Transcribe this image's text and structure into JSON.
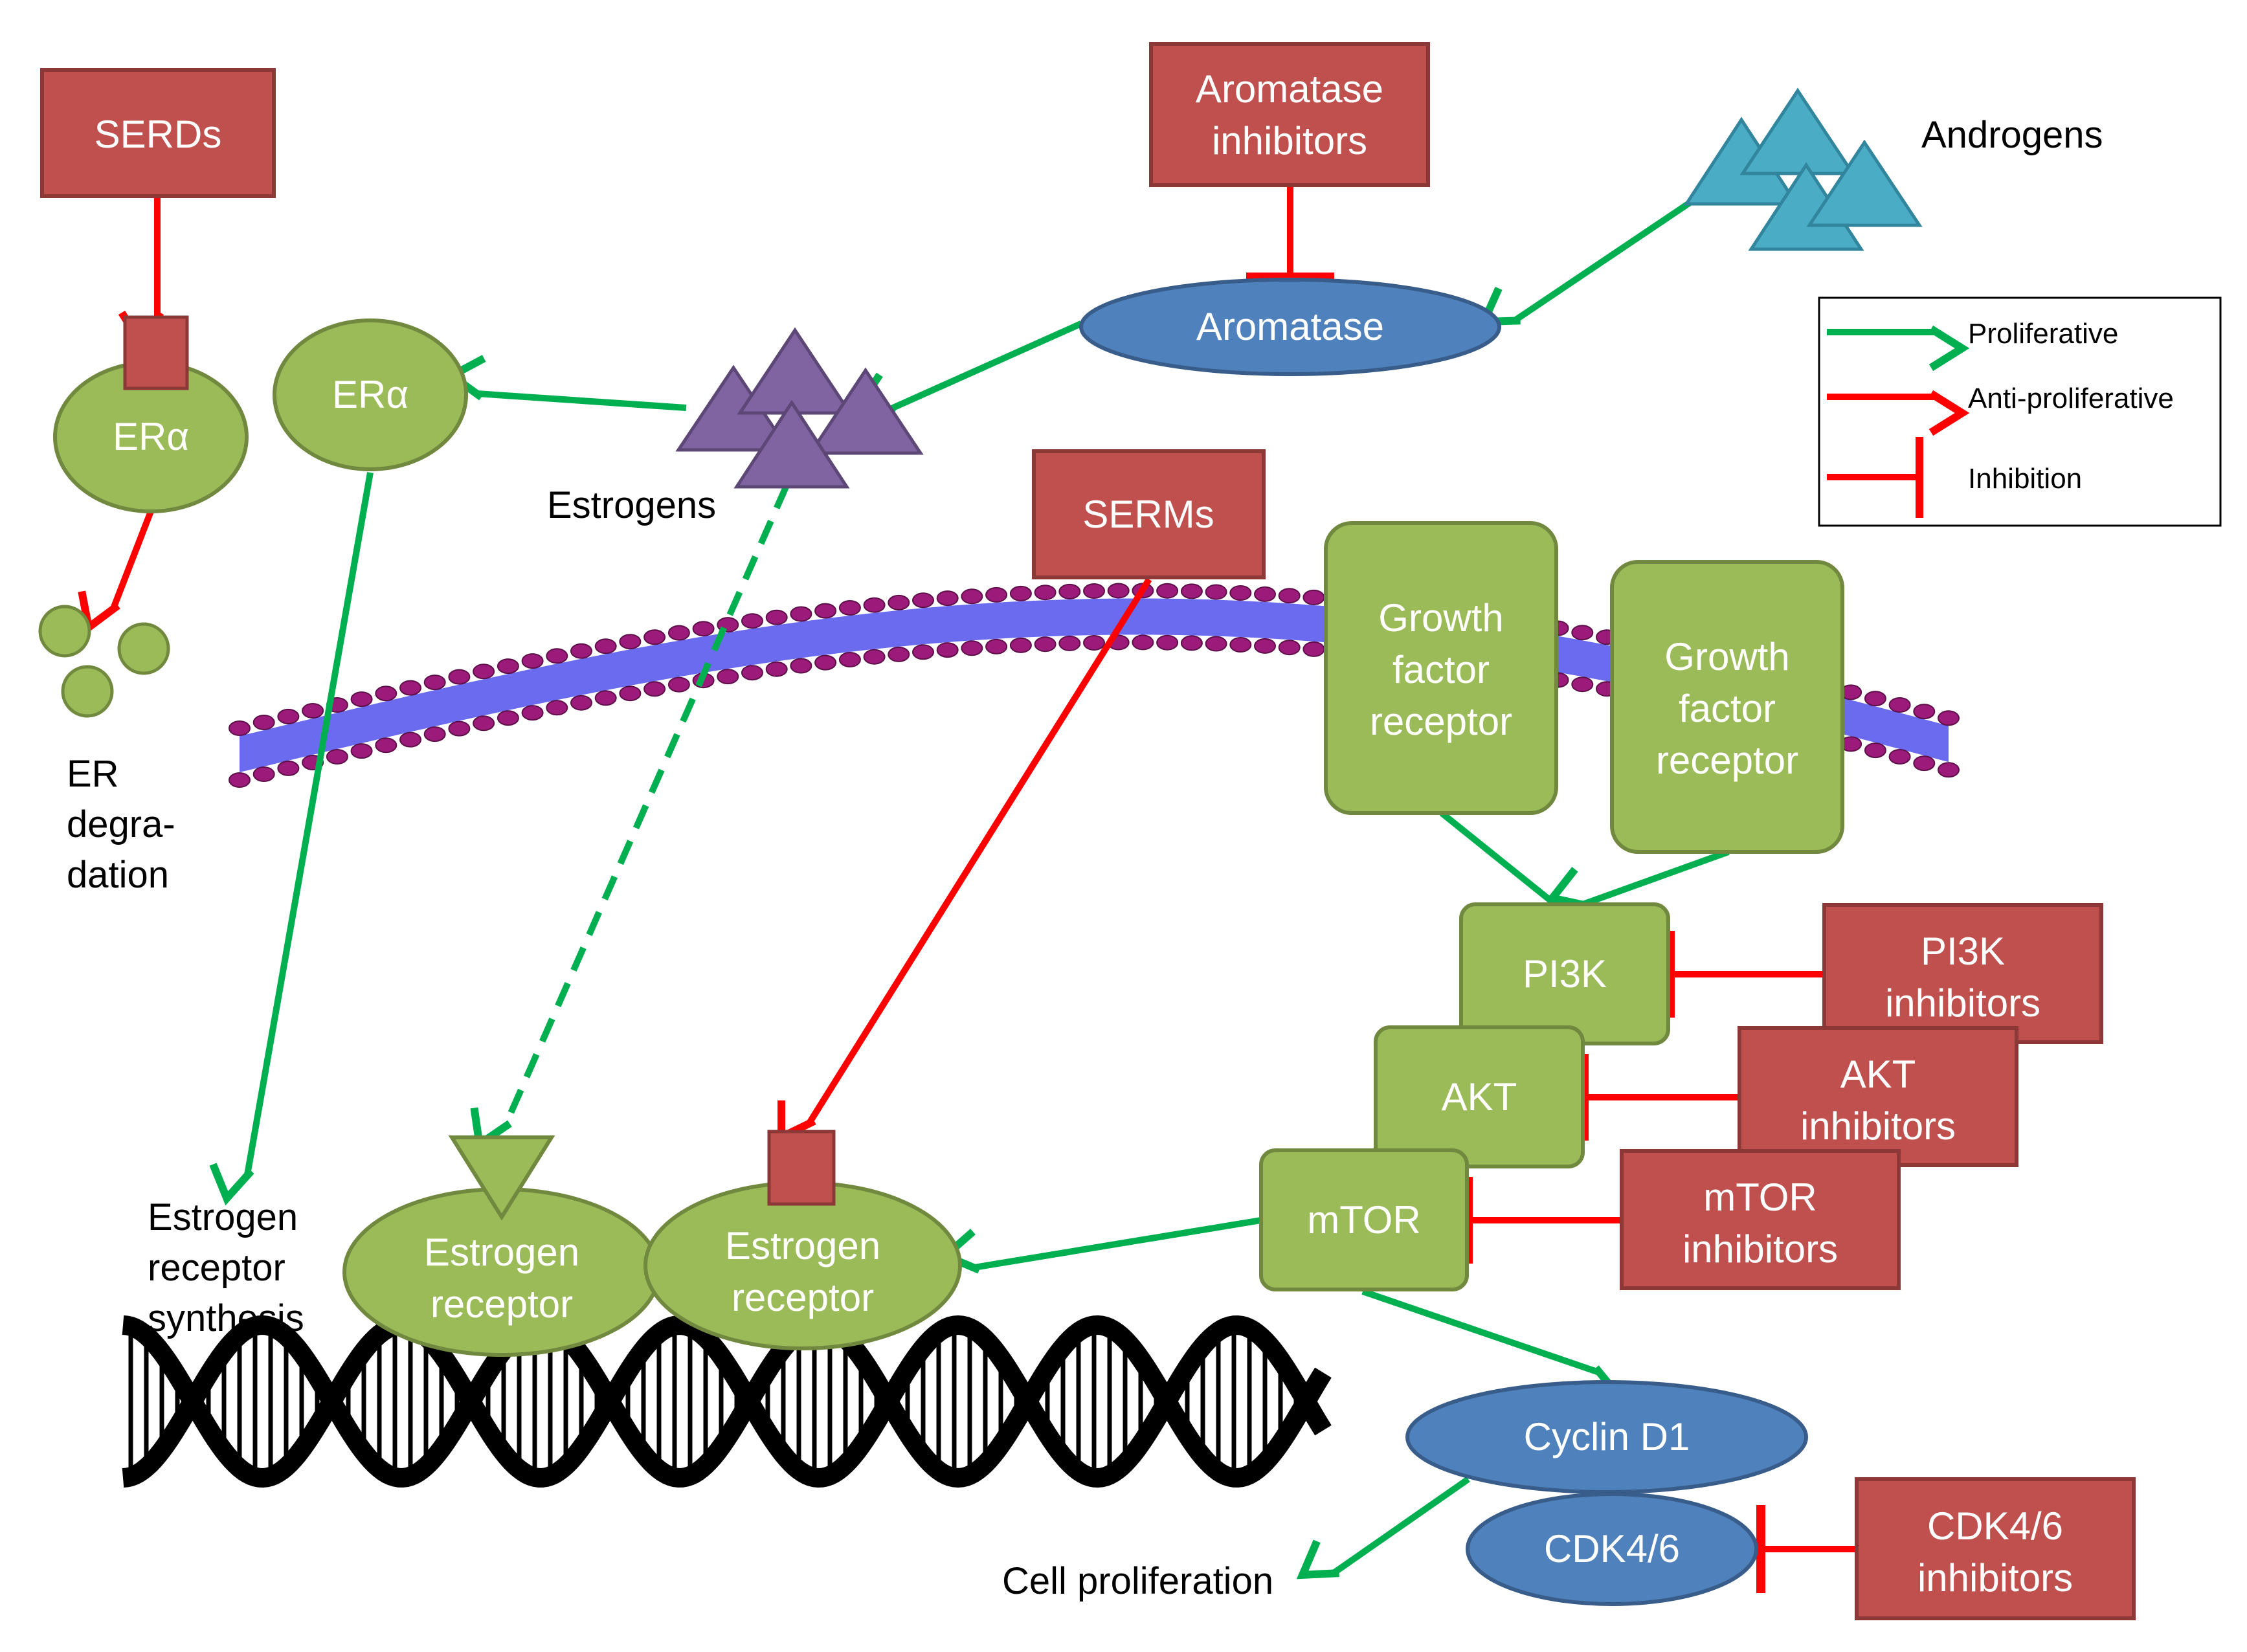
{
  "colors": {
    "proliferative": "#00b050",
    "anti_proliferative": "#ff0000",
    "drug_box": "#c0504d",
    "drug_box_border": "#8c3836",
    "receptor_green": "#9bbb59",
    "receptor_border": "#71893f",
    "enzyme_blue": "#4f81bd",
    "enzyme_border": "#385d8a",
    "estrogen_purple": "#8064a2",
    "androgen_teal": "#4bacc6",
    "membrane_purple": "#9c1b7a",
    "membrane_blue": "#6b6bf0"
  },
  "drugs": {
    "serds": "SERDs",
    "aromatase_inhibitors": [
      "Aromatase",
      "inhibitors"
    ],
    "serms": "SERMs",
    "pi3k_inhibitors": [
      "PI3K",
      "inhibitors"
    ],
    "akt_inhibitors": [
      "AKT",
      "inhibitors"
    ],
    "mtor_inhibitors": [
      "mTOR",
      "inhibitors"
    ],
    "cdk46_inhibitors": [
      "CDK4/6",
      "inhibitors"
    ]
  },
  "molecules": {
    "androgens": "Androgens",
    "estrogens": "Estrogens",
    "aromatase": "Aromatase",
    "era_left": "ERα",
    "era_center": "ERα",
    "er_degradation": [
      "ER",
      "degra-",
      "dation"
    ],
    "er_synthesis": [
      "Estrogen",
      "receptor",
      "synthesis"
    ],
    "estrogen_receptor_1": [
      "Estrogen",
      "receptor"
    ],
    "estrogen_receptor_2": [
      "Estrogen",
      "receptor"
    ],
    "growth_factor_receptor_1": [
      "Growth",
      "factor",
      "receptor"
    ],
    "growth_factor_receptor_2": [
      "Growth",
      "factor",
      "receptor"
    ],
    "pi3k": "PI3K",
    "akt": "AKT",
    "mtor": "mTOR",
    "cyclin_d1": "Cyclin D1",
    "cdk46": "CDK4/6",
    "cell_proliferation": "Cell proliferation"
  },
  "legend": {
    "items": [
      {
        "label": "Proliferative",
        "kind": "arrow",
        "color": "#00b050"
      },
      {
        "label": "Anti-proliferative",
        "kind": "arrow",
        "color": "#ff0000"
      },
      {
        "label": "Inhibition",
        "kind": "tee",
        "color": "#ff0000"
      }
    ]
  }
}
